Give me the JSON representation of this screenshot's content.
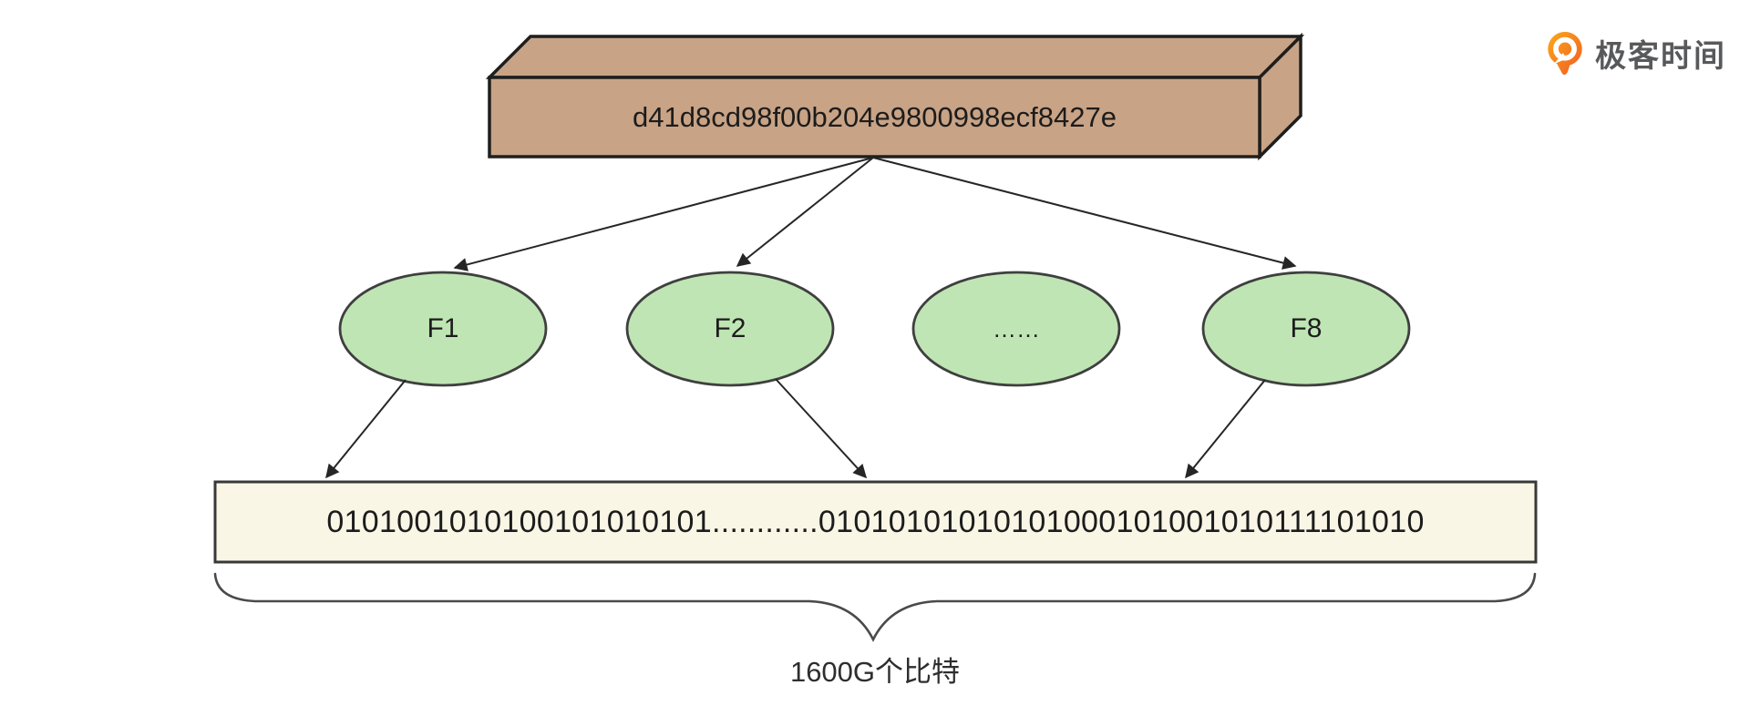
{
  "logo": {
    "brand_text": "极客时间",
    "orange": "#F7941D",
    "orange_deep": "#F15A24"
  },
  "hash_box": {
    "text": "d41d8cd98f00b204e9800998ecf8427e",
    "fill": "#C9A385",
    "stroke": "#1E1E1E"
  },
  "fragments": {
    "fill": "#BFE5B4",
    "stroke": "#3F3F3F",
    "items": [
      {
        "label": "F1"
      },
      {
        "label": "F2"
      },
      {
        "label": "……"
      },
      {
        "label": "F8"
      }
    ]
  },
  "bitstream": {
    "text": "0101001010100101010101............01010101010101000101001010111101010",
    "fill": "#FAF6E6",
    "stroke": "#383838"
  },
  "brace": {
    "label": "1600G个比特"
  }
}
